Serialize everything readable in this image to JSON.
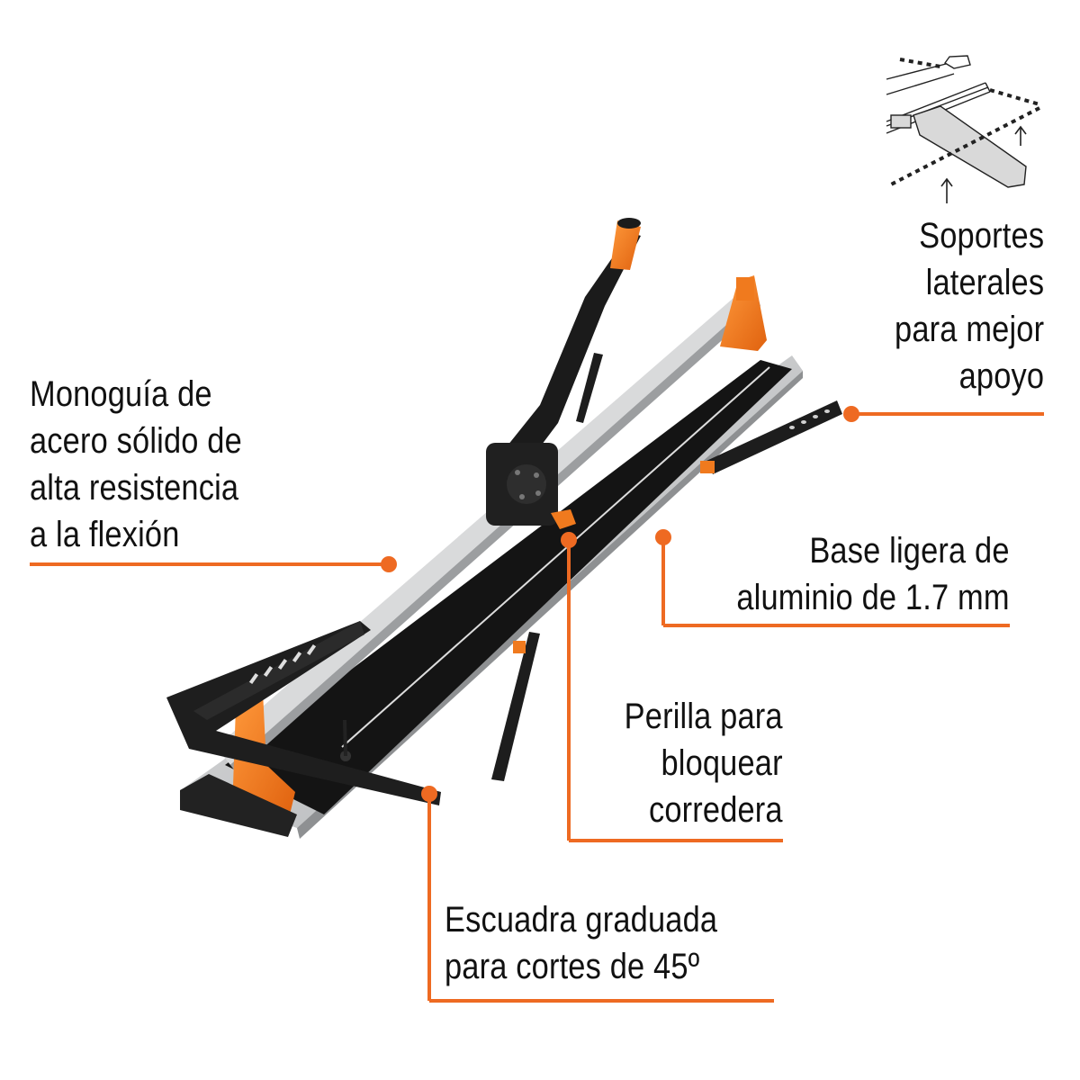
{
  "accent_color": "#EE6A22",
  "callouts": {
    "soportes": {
      "lines": [
        "Soportes",
        "laterales",
        "para mejor",
        "apoyo"
      ]
    },
    "monoguia": {
      "lines": [
        "Monoguía de",
        "acero sólido de",
        "alta resistencia",
        "a la flexión"
      ]
    },
    "base": {
      "lines": [
        "Base ligera de",
        "aluminio de 1.7 mm"
      ]
    },
    "perilla": {
      "lines": [
        "Perilla para",
        "bloquear",
        "corredera"
      ]
    },
    "escuadra": {
      "lines": [
        "Escuadra graduada",
        "para cortes de 45º"
      ]
    }
  },
  "inset_diagram": {
    "icons": [
      "arrow-up-icon",
      "arrow-up-icon"
    ]
  },
  "product": {
    "name": "tile-cutter",
    "colors": {
      "orange": "#F07A1E",
      "black": "#1A1A1A",
      "aluminum": "#C9CBCD"
    }
  }
}
